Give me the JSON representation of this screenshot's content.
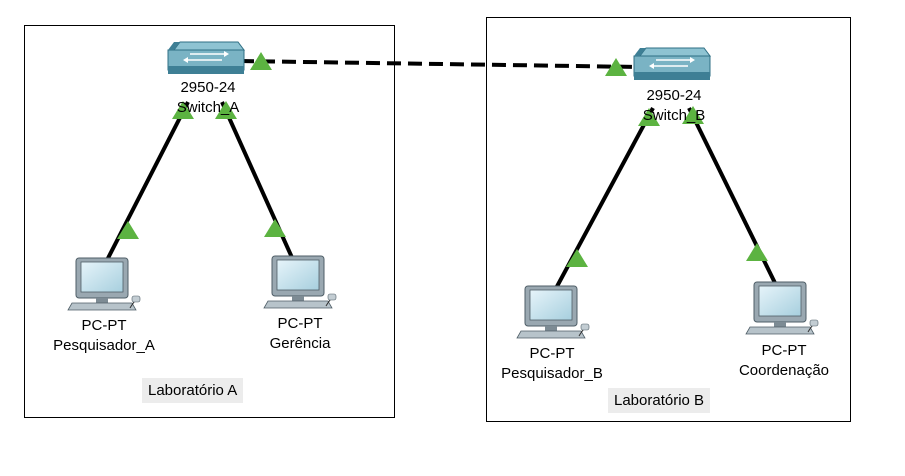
{
  "areas": {
    "lab_a": {
      "label": "Laboratório A"
    },
    "lab_b": {
      "label": "Laboratório B"
    }
  },
  "switches": {
    "switch_a": {
      "model": "2950-24",
      "name": "Switch_A"
    },
    "switch_b": {
      "model": "2950-24",
      "name": "Switch_B"
    }
  },
  "pcs": {
    "pc1": {
      "type": "PC-PT",
      "name": "Pesquisador_A"
    },
    "pc2": {
      "type": "PC-PT",
      "name": "Gerência"
    },
    "pc3": {
      "type": "PC-PT",
      "name": "Pesquisador_B"
    },
    "pc4": {
      "type": "PC-PT",
      "name": "Coordenação"
    }
  },
  "colors": {
    "link": "#000000",
    "link_status": "#5cb341",
    "switch_top": "#7ab3c4",
    "switch_side": "#3e7f95",
    "pc_body": "#a9b6be",
    "pc_screen": "#c9e3ee"
  }
}
